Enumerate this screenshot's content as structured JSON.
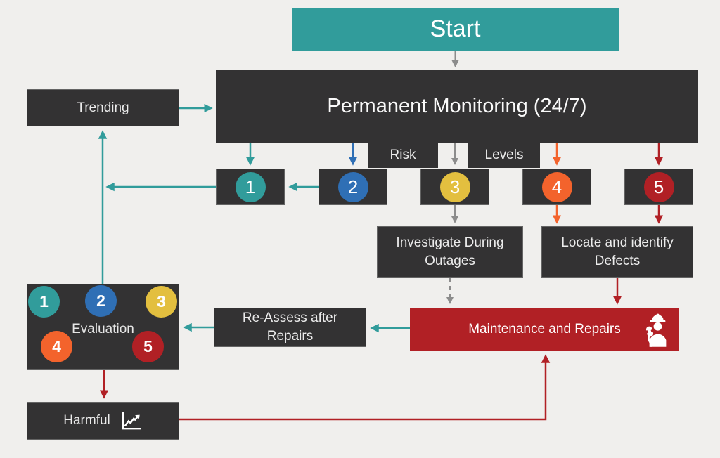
{
  "palette": {
    "bg": "#f0efed",
    "dark": "#333233",
    "teal": "#319c9b",
    "blue": "#2f6fb5",
    "yellow": "#e3bf3f",
    "orange": "#f3632c",
    "red": "#b12025",
    "gray": "#8c8c8c",
    "text": "#f2f2f2"
  },
  "nodes": {
    "start": "Start",
    "monitoring": "Permanent Monitoring (24/7)",
    "trending": "Trending",
    "risk": "Risk",
    "levels_word": "Levels",
    "investigate": "Investigate During Outages",
    "locate": "Locate and identify Defects",
    "maintenance": "Maintenance and Repairs",
    "reassess": "Re-Assess after Repairs",
    "evaluation": "Evaluation",
    "harmful": "Harmful"
  },
  "risk_levels": [
    {
      "number": "1",
      "color": "#319c9b"
    },
    {
      "number": "2",
      "color": "#2f6fb5"
    },
    {
      "number": "3",
      "color": "#e3bf3f"
    },
    {
      "number": "4",
      "color": "#f3632c"
    },
    {
      "number": "5",
      "color": "#b12025"
    }
  ],
  "evaluation_badges": [
    {
      "number": "1",
      "color": "#319c9b"
    },
    {
      "number": "2",
      "color": "#2f6fb5"
    },
    {
      "number": "3",
      "color": "#e3bf3f"
    },
    {
      "number": "4",
      "color": "#f3632c"
    },
    {
      "number": "5",
      "color": "#b12025"
    }
  ],
  "icons": {
    "maintenance": "worker-with-wrench-icon",
    "harmful": "trend-chart-icon"
  }
}
